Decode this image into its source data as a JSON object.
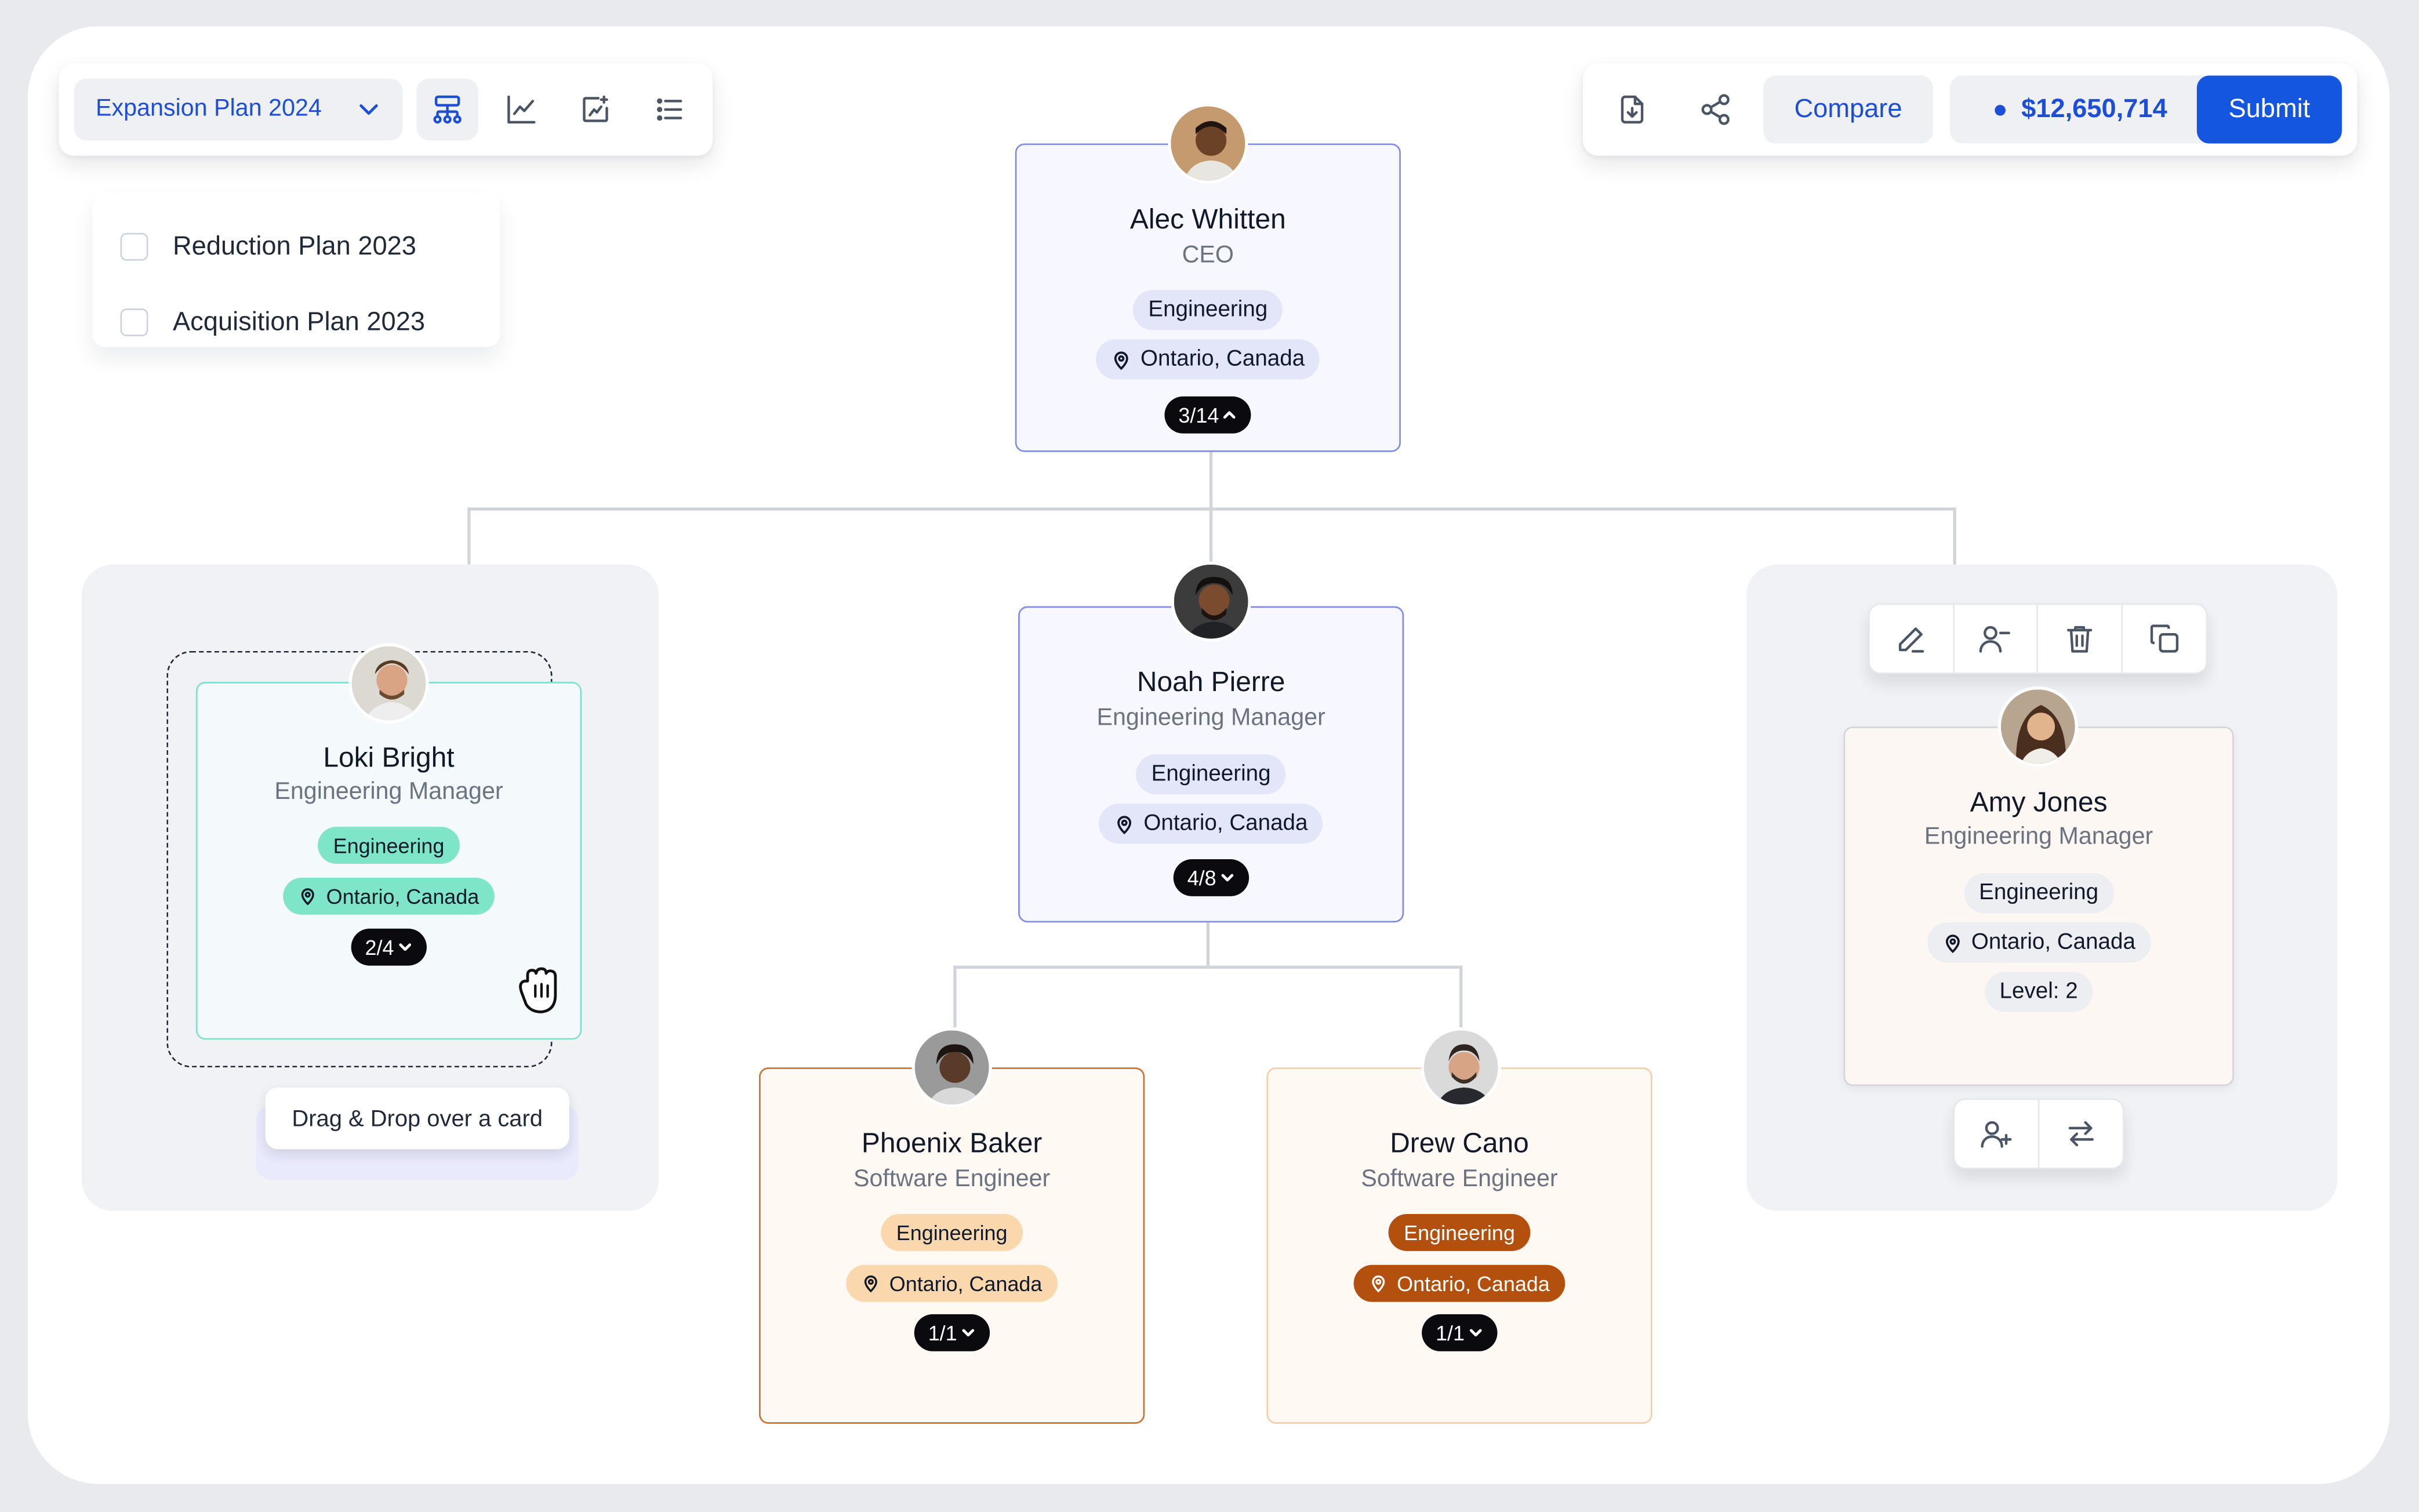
{
  "toolbar": {
    "plan_selected": "Expansion Plan 2024",
    "views": [
      "org-chart",
      "line-chart",
      "scenario",
      "list"
    ],
    "plan_options": [
      "Reduction Plan 2023",
      "Acquisition Plan 2023"
    ],
    "compare_label": "Compare",
    "budget": "$12,650,714",
    "submit_label": "Submit"
  },
  "cards": {
    "ceo": {
      "name": "Alec Whitten",
      "role": "CEO",
      "department": "Engineering",
      "location": "Ontario, Canada",
      "count": "3/14"
    },
    "loki": {
      "name": "Loki Bright",
      "role": "Engineering Manager",
      "department": "Engineering",
      "location": "Ontario, Canada",
      "count": "2/4"
    },
    "noah": {
      "name": "Noah Pierre",
      "role": "Engineering Manager",
      "department": "Engineering",
      "location": "Ontario, Canada",
      "count": "4/8"
    },
    "amy": {
      "name": "Amy Jones",
      "role": "Engineering Manager",
      "department": "Engineering",
      "location": "Ontario, Canada",
      "level": "Level: 2"
    },
    "phoenix": {
      "name": "Phoenix Baker",
      "role": "Software Engineer",
      "department": "Engineering",
      "location": "Ontario, Canada",
      "count": "1/1"
    },
    "drew": {
      "name": "Drew Cano",
      "role": "Software Engineer",
      "department": "Engineering",
      "location": "Ontario, Canada",
      "count": "1/1"
    }
  },
  "drag_hint": "Drag & Drop over a card",
  "colors": {
    "accent": "#1456e0",
    "blue_pill": "#e3e6f8",
    "teal_pill": "#7ee5c9",
    "orange_pill": "#fbd7ad",
    "dark_orange_pill": "#b3500e",
    "neutral_pill": "#eceef2"
  }
}
